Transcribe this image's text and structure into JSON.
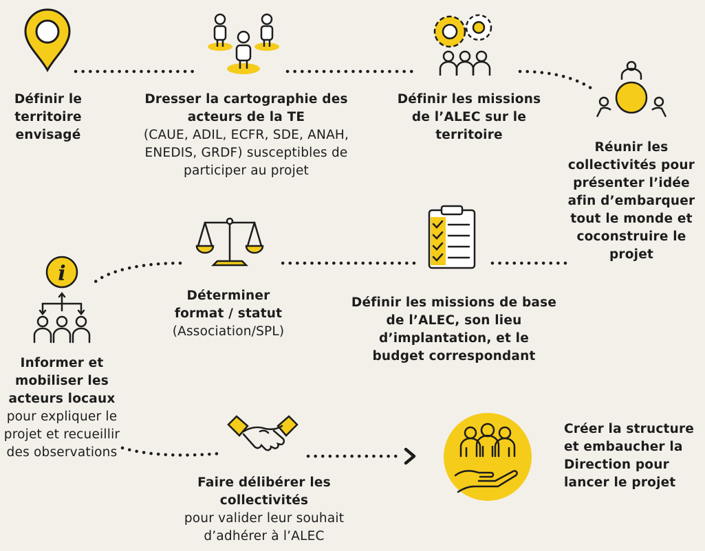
{
  "colors": {
    "accent": "#f5cc1a",
    "ink": "#1c1c1c",
    "background": "#f3f0ea"
  },
  "steps": [
    {
      "id": "territoire",
      "icon": "map-pin-icon",
      "bold": "Définir le territoire envisagé",
      "normal": ""
    },
    {
      "id": "cartographie",
      "icon": "stakeholders-icon",
      "bold": "Dresser la cartographie des acteurs de la TE",
      "normal": "(CAUE, ADIL, ECFR, SDE, ANAH, ENEDIS, GRDF) susceptibles de participer au projet"
    },
    {
      "id": "missions",
      "icon": "gears-team-icon",
      "bold": "Définir les missions de l’ALEC sur le territoire",
      "normal": ""
    },
    {
      "id": "reunir",
      "icon": "meeting-icon",
      "bold": "Réunir les collectivités pour présenter l’idée afin d’embarquer tout le monde et coconstruire le projet",
      "normal": ""
    },
    {
      "id": "missions-base",
      "icon": "checklist-icon",
      "bold": "Définir les missions de base de l’ALEC, son lieu d’implantation, et le budget correspondant",
      "normal": ""
    },
    {
      "id": "format",
      "icon": "scales-icon",
      "bold": "Déterminer format / statut",
      "normal": "(Association/SPL)"
    },
    {
      "id": "informer",
      "icon": "information-icon",
      "bold": "Informer et mobiliser les acteurs locaux",
      "normal": "pour expliquer le projet et recueillir des observations"
    },
    {
      "id": "deliberer",
      "icon": "handshake-icon",
      "bold": "Faire délibérer les collectivités",
      "normal": "pour valider leur souhait d’adhérer à l’ALEC"
    },
    {
      "id": "creer",
      "icon": "team-hand-icon",
      "bold": "Créer la structure et embaucher la Direction pour lancer le projet",
      "normal": ""
    }
  ]
}
